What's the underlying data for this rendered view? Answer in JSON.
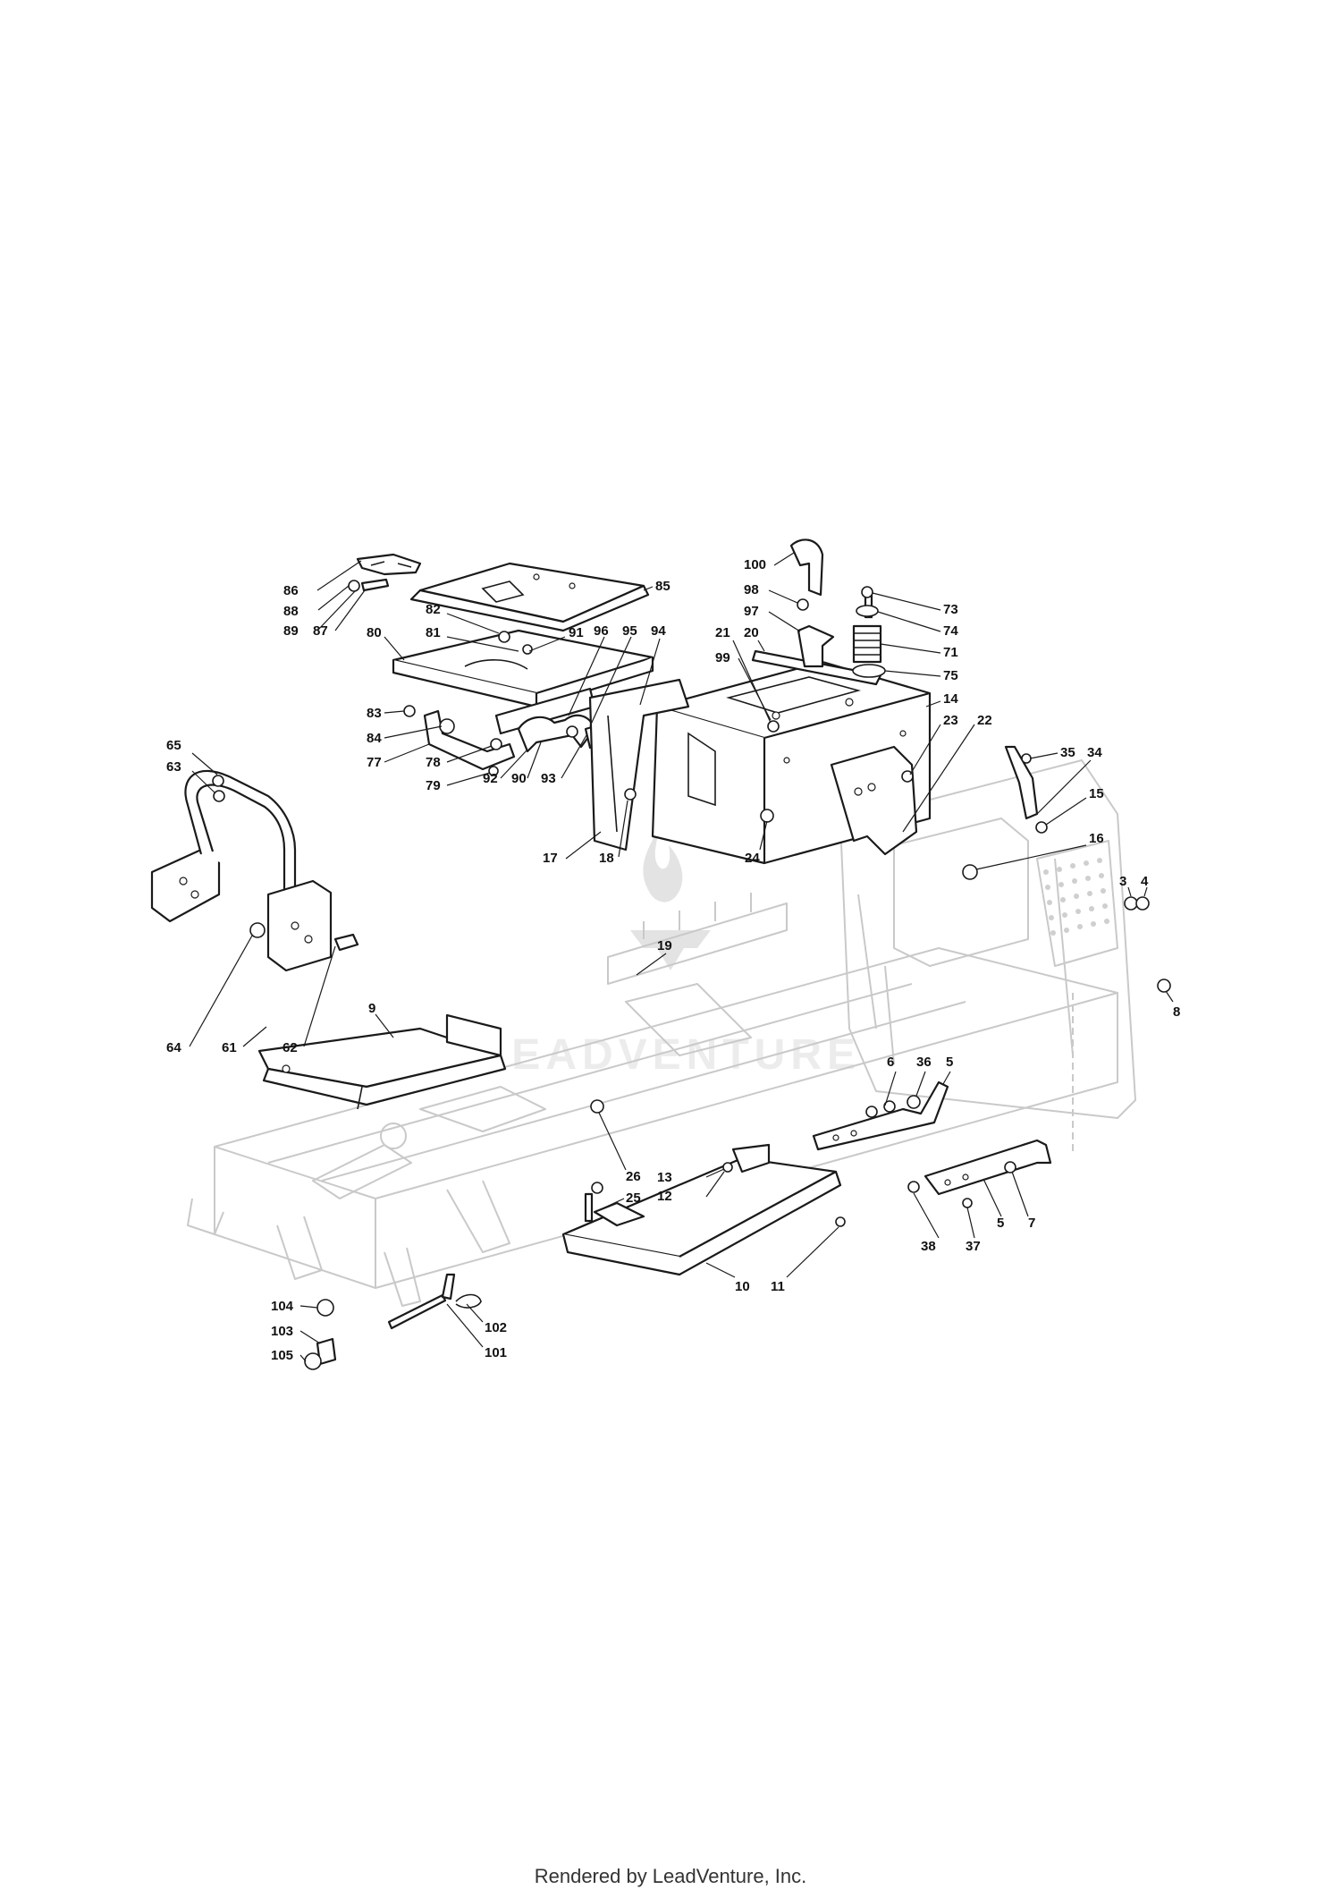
{
  "footer": {
    "text": "Rendered by LeadVenture, Inc."
  },
  "watermark": {
    "text": "LEADVENTURE",
    "icon": "flame-logo-icon"
  },
  "callouts": [
    {
      "label": "86"
    },
    {
      "label": "88"
    },
    {
      "label": "89"
    },
    {
      "label": "87"
    },
    {
      "label": "85"
    },
    {
      "label": "82"
    },
    {
      "label": "80"
    },
    {
      "label": "81"
    },
    {
      "label": "91"
    },
    {
      "label": "96"
    },
    {
      "label": "95"
    },
    {
      "label": "94"
    },
    {
      "label": "83"
    },
    {
      "label": "84"
    },
    {
      "label": "77"
    },
    {
      "label": "78"
    },
    {
      "label": "79"
    },
    {
      "label": "92"
    },
    {
      "label": "90"
    },
    {
      "label": "93"
    },
    {
      "label": "100"
    },
    {
      "label": "98"
    },
    {
      "label": "97"
    },
    {
      "label": "73"
    },
    {
      "label": "74"
    },
    {
      "label": "71"
    },
    {
      "label": "75"
    },
    {
      "label": "21"
    },
    {
      "label": "20"
    },
    {
      "label": "99"
    },
    {
      "label": "14"
    },
    {
      "label": "23"
    },
    {
      "label": "22"
    },
    {
      "label": "35"
    },
    {
      "label": "34"
    },
    {
      "label": "15"
    },
    {
      "label": "16"
    },
    {
      "label": "17"
    },
    {
      "label": "18"
    },
    {
      "label": "24"
    },
    {
      "label": "65"
    },
    {
      "label": "63"
    },
    {
      "label": "3"
    },
    {
      "label": "4"
    },
    {
      "label": "19"
    },
    {
      "label": "64"
    },
    {
      "label": "61"
    },
    {
      "label": "62"
    },
    {
      "label": "9"
    },
    {
      "label": "8"
    },
    {
      "label": "6"
    },
    {
      "label": "36"
    },
    {
      "label": "5"
    },
    {
      "label": "26"
    },
    {
      "label": "13"
    },
    {
      "label": "12"
    },
    {
      "label": "25"
    },
    {
      "label": "5"
    },
    {
      "label": "7"
    },
    {
      "label": "38"
    },
    {
      "label": "37"
    },
    {
      "label": "10"
    },
    {
      "label": "11"
    },
    {
      "label": "104"
    },
    {
      "label": "102"
    },
    {
      "label": "103"
    },
    {
      "label": "101"
    },
    {
      "label": "105"
    }
  ]
}
